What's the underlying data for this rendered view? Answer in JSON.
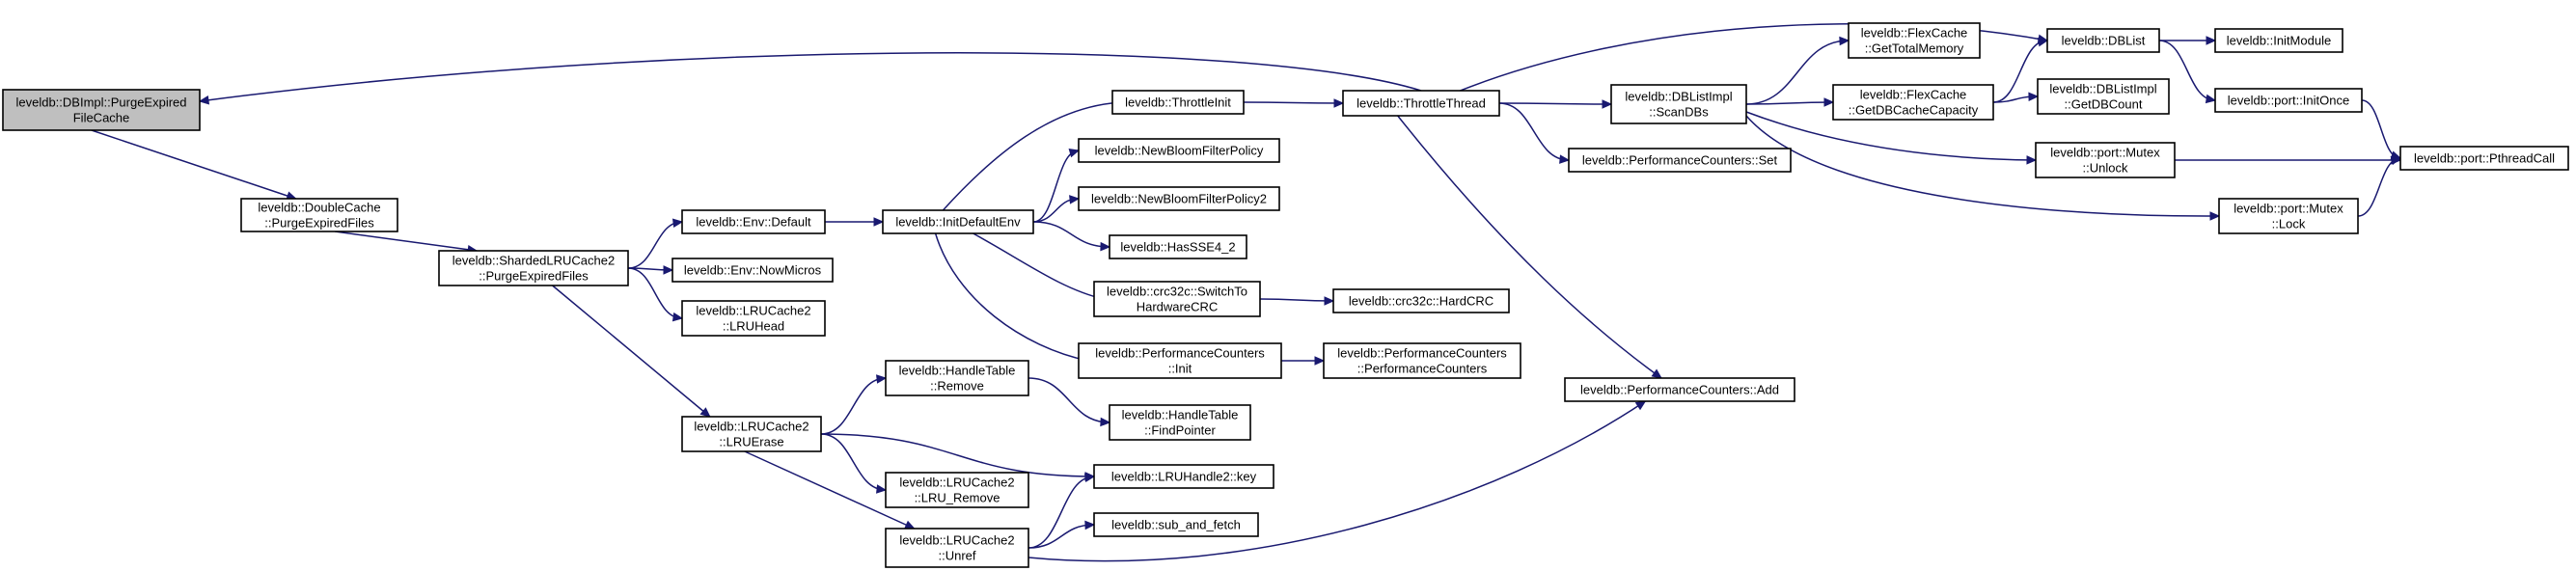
{
  "nodes": [
    {
      "id": "n_root",
      "lines": [
        "leveldb::DBImpl::PurgeExpired",
        "FileCache"
      ],
      "root": true
    },
    {
      "id": "n_dc_purge",
      "lines": [
        "leveldb::DoubleCache",
        "::PurgeExpiredFiles"
      ]
    },
    {
      "id": "n_sh_purge",
      "lines": [
        "leveldb::ShardedLRUCache2",
        "::PurgeExpiredFiles"
      ]
    },
    {
      "id": "n_env_default",
      "lines": [
        "leveldb::Env::Default"
      ]
    },
    {
      "id": "n_env_now",
      "lines": [
        "leveldb::Env::NowMicros"
      ]
    },
    {
      "id": "n_lruhead",
      "lines": [
        "leveldb::LRUCache2",
        "::LRUHead"
      ]
    },
    {
      "id": "n_lruerase",
      "lines": [
        "leveldb::LRUCache2",
        "::LRUErase"
      ]
    },
    {
      "id": "n_initdefault",
      "lines": [
        "leveldb::InitDefaultEnv"
      ]
    },
    {
      "id": "n_ht_remove",
      "lines": [
        "leveldb::HandleTable",
        "::Remove"
      ]
    },
    {
      "id": "n_lru_remove",
      "lines": [
        "leveldb::LRUCache2",
        "::LRU_Remove"
      ]
    },
    {
      "id": "n_unref",
      "lines": [
        "leveldb::LRUCache2",
        "::Unref"
      ]
    },
    {
      "id": "n_throttleinit",
      "lines": [
        "leveldb::ThrottleInit"
      ]
    },
    {
      "id": "n_nbf",
      "lines": [
        "leveldb::NewBloomFilterPolicy"
      ]
    },
    {
      "id": "n_nbf2",
      "lines": [
        "leveldb::NewBloomFilterPolicy2"
      ]
    },
    {
      "id": "n_sse",
      "lines": [
        "leveldb::HasSSE4_2"
      ]
    },
    {
      "id": "n_crcswitch",
      "lines": [
        "leveldb::crc32c::SwitchTo",
        "HardwareCRC"
      ]
    },
    {
      "id": "n_pcinit",
      "lines": [
        "leveldb::PerformanceCounters",
        "::Init"
      ]
    },
    {
      "id": "n_findptr",
      "lines": [
        "leveldb::HandleTable",
        "::FindPointer"
      ]
    },
    {
      "id": "n_key",
      "lines": [
        "leveldb::LRUHandle2::key"
      ]
    },
    {
      "id": "n_subfetch",
      "lines": [
        "leveldb::sub_and_fetch"
      ]
    },
    {
      "id": "n_throttlethread",
      "lines": [
        "leveldb::ThrottleThread"
      ]
    },
    {
      "id": "n_hardcrc",
      "lines": [
        "leveldb::crc32c::HardCRC"
      ]
    },
    {
      "id": "n_pcpc",
      "lines": [
        "leveldb::PerformanceCounters",
        "::PerformanceCounters"
      ]
    },
    {
      "id": "n_scandbs",
      "lines": [
        "leveldb::DBListImpl",
        "::ScanDBs"
      ]
    },
    {
      "id": "n_pcset",
      "lines": [
        "leveldb::PerformanceCounters::Set"
      ]
    },
    {
      "id": "n_pcadd",
      "lines": [
        "leveldb::PerformanceCounters::Add"
      ]
    },
    {
      "id": "n_fc_total",
      "lines": [
        "leveldb::FlexCache",
        "::GetTotalMemory"
      ]
    },
    {
      "id": "n_fc_dbcap",
      "lines": [
        "leveldb::FlexCache",
        "::GetDBCacheCapacity"
      ]
    },
    {
      "id": "n_unlock",
      "lines": [
        "leveldb::port::Mutex",
        "::Unlock"
      ]
    },
    {
      "id": "n_lock",
      "lines": [
        "leveldb::port::Mutex",
        "::Lock"
      ]
    },
    {
      "id": "n_dblist",
      "lines": [
        "leveldb::DBList"
      ]
    },
    {
      "id": "n_getdbcount",
      "lines": [
        "leveldb::DBListImpl",
        "::GetDBCount"
      ]
    },
    {
      "id": "n_initmodule",
      "lines": [
        "leveldb::InitModule"
      ]
    },
    {
      "id": "n_initonce",
      "lines": [
        "leveldb::port::InitOnce"
      ]
    },
    {
      "id": "n_pthread",
      "lines": [
        "leveldb::port::PthreadCall"
      ]
    }
  ],
  "edges": [
    [
      "n_root",
      "n_dc_purge"
    ],
    [
      "n_throttlethread",
      "n_root"
    ],
    [
      "n_dc_purge",
      "n_sh_purge"
    ],
    [
      "n_sh_purge",
      "n_env_default"
    ],
    [
      "n_sh_purge",
      "n_env_now"
    ],
    [
      "n_sh_purge",
      "n_lruhead"
    ],
    [
      "n_sh_purge",
      "n_lruerase"
    ],
    [
      "n_env_default",
      "n_initdefault"
    ],
    [
      "n_initdefault",
      "n_throttleinit"
    ],
    [
      "n_initdefault",
      "n_nbf"
    ],
    [
      "n_initdefault",
      "n_nbf2"
    ],
    [
      "n_initdefault",
      "n_sse"
    ],
    [
      "n_initdefault",
      "n_crcswitch"
    ],
    [
      "n_initdefault",
      "n_pcinit"
    ],
    [
      "n_throttleinit",
      "n_throttlethread"
    ],
    [
      "n_crcswitch",
      "n_hardcrc"
    ],
    [
      "n_pcinit",
      "n_pcpc"
    ],
    [
      "n_lruerase",
      "n_ht_remove"
    ],
    [
      "n_lruerase",
      "n_key"
    ],
    [
      "n_lruerase",
      "n_lru_remove"
    ],
    [
      "n_lruerase",
      "n_unref"
    ],
    [
      "n_ht_remove",
      "n_findptr"
    ],
    [
      "n_unref",
      "n_key"
    ],
    [
      "n_unref",
      "n_subfetch"
    ],
    [
      "n_unref",
      "n_pcadd"
    ],
    [
      "n_throttlethread",
      "n_dblist"
    ],
    [
      "n_throttlethread",
      "n_scandbs"
    ],
    [
      "n_throttlethread",
      "n_pcset"
    ],
    [
      "n_throttlethread",
      "n_pcadd"
    ],
    [
      "n_scandbs",
      "n_fc_total"
    ],
    [
      "n_scandbs",
      "n_fc_dbcap"
    ],
    [
      "n_scandbs",
      "n_unlock"
    ],
    [
      "n_scandbs",
      "n_lock"
    ],
    [
      "n_fc_dbcap",
      "n_dblist"
    ],
    [
      "n_fc_dbcap",
      "n_getdbcount"
    ],
    [
      "n_dblist",
      "n_initmodule"
    ],
    [
      "n_dblist",
      "n_initonce"
    ],
    [
      "n_initonce",
      "n_pthread"
    ],
    [
      "n_unlock",
      "n_pthread"
    ],
    [
      "n_lock",
      "n_pthread"
    ]
  ]
}
